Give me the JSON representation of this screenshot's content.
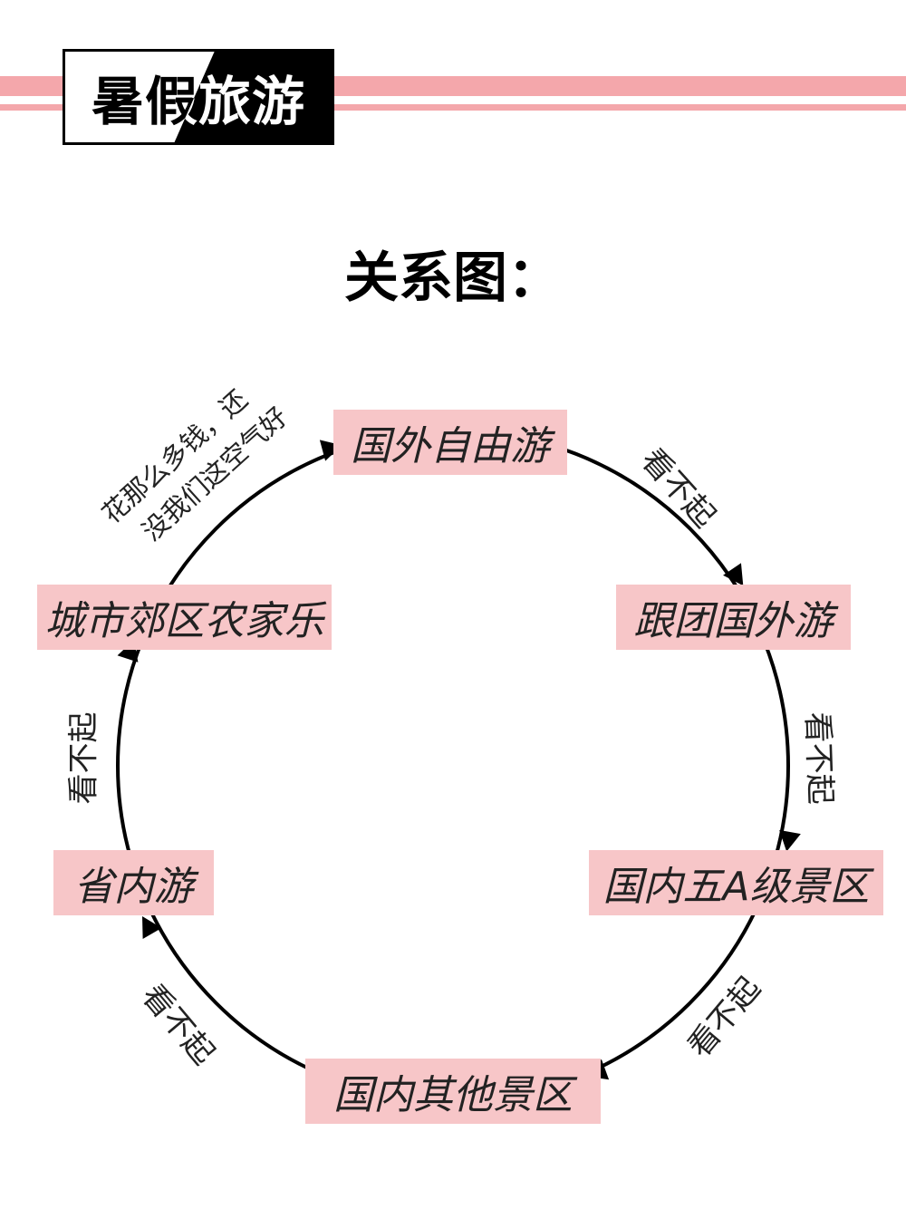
{
  "header": {
    "title": "暑假旅游"
  },
  "diagram": {
    "title": "关系图：",
    "nodes": [
      "国外自由游",
      "跟团国外游",
      "国内五A级景区",
      "国内其他景区",
      "省内游",
      "城市郊区农家乐"
    ],
    "edges": [
      {
        "from": "国外自由游",
        "to": "跟团国外游",
        "label": "看不起"
      },
      {
        "from": "跟团国外游",
        "to": "国内五A级景区",
        "label": "看不起"
      },
      {
        "from": "国内五A级景区",
        "to": "国内其他景区",
        "label": "看不起"
      },
      {
        "from": "国内其他景区",
        "to": "省内游",
        "label": "看不起"
      },
      {
        "from": "省内游",
        "to": "城市郊区农家乐",
        "label": "看不起"
      },
      {
        "from": "城市郊区农家乐",
        "to": "国外自由游",
        "label_line1": "花那么多钱，还",
        "label_line2": "没我们这空气好"
      }
    ]
  },
  "colors": {
    "node_fill": "#f7c6c8",
    "stripe": "#f4a7ab",
    "line": "#000000"
  }
}
